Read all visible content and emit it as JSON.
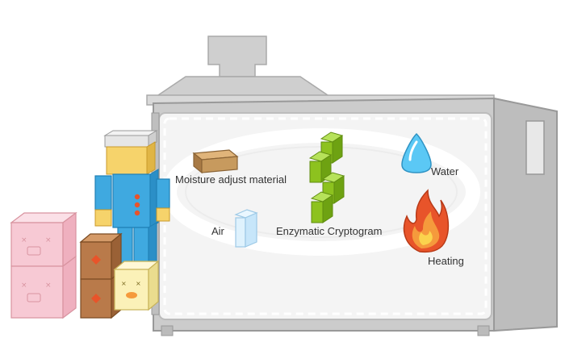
{
  "labels": {
    "moisture": "Moisture adjust material",
    "water": "Water",
    "air": "Air",
    "enzymatic": "Enzymatic Cryptogram",
    "heating": "Heating"
  },
  "icons": {
    "moisture": "wooden-block-icon",
    "water": "water-drop-icon",
    "air": "air-block-icon",
    "enzymatic": "green-block-stack-icon",
    "heating": "flame-icon"
  },
  "colors": {
    "machine": "#cfcfcf",
    "machine_outline": "#999999",
    "panel": "#f4f4f4",
    "enzymatic": "#8dc21f",
    "water": "#5bc8f5",
    "moisture": "#c79a5e",
    "heating": "#f08c3c",
    "robot_body": "#3fa9e0",
    "robot_skin": "#f6d36b",
    "pink_box": "#f7c9d4",
    "brown_box": "#b97a4a",
    "yellow_box": "#fbf1b8"
  }
}
